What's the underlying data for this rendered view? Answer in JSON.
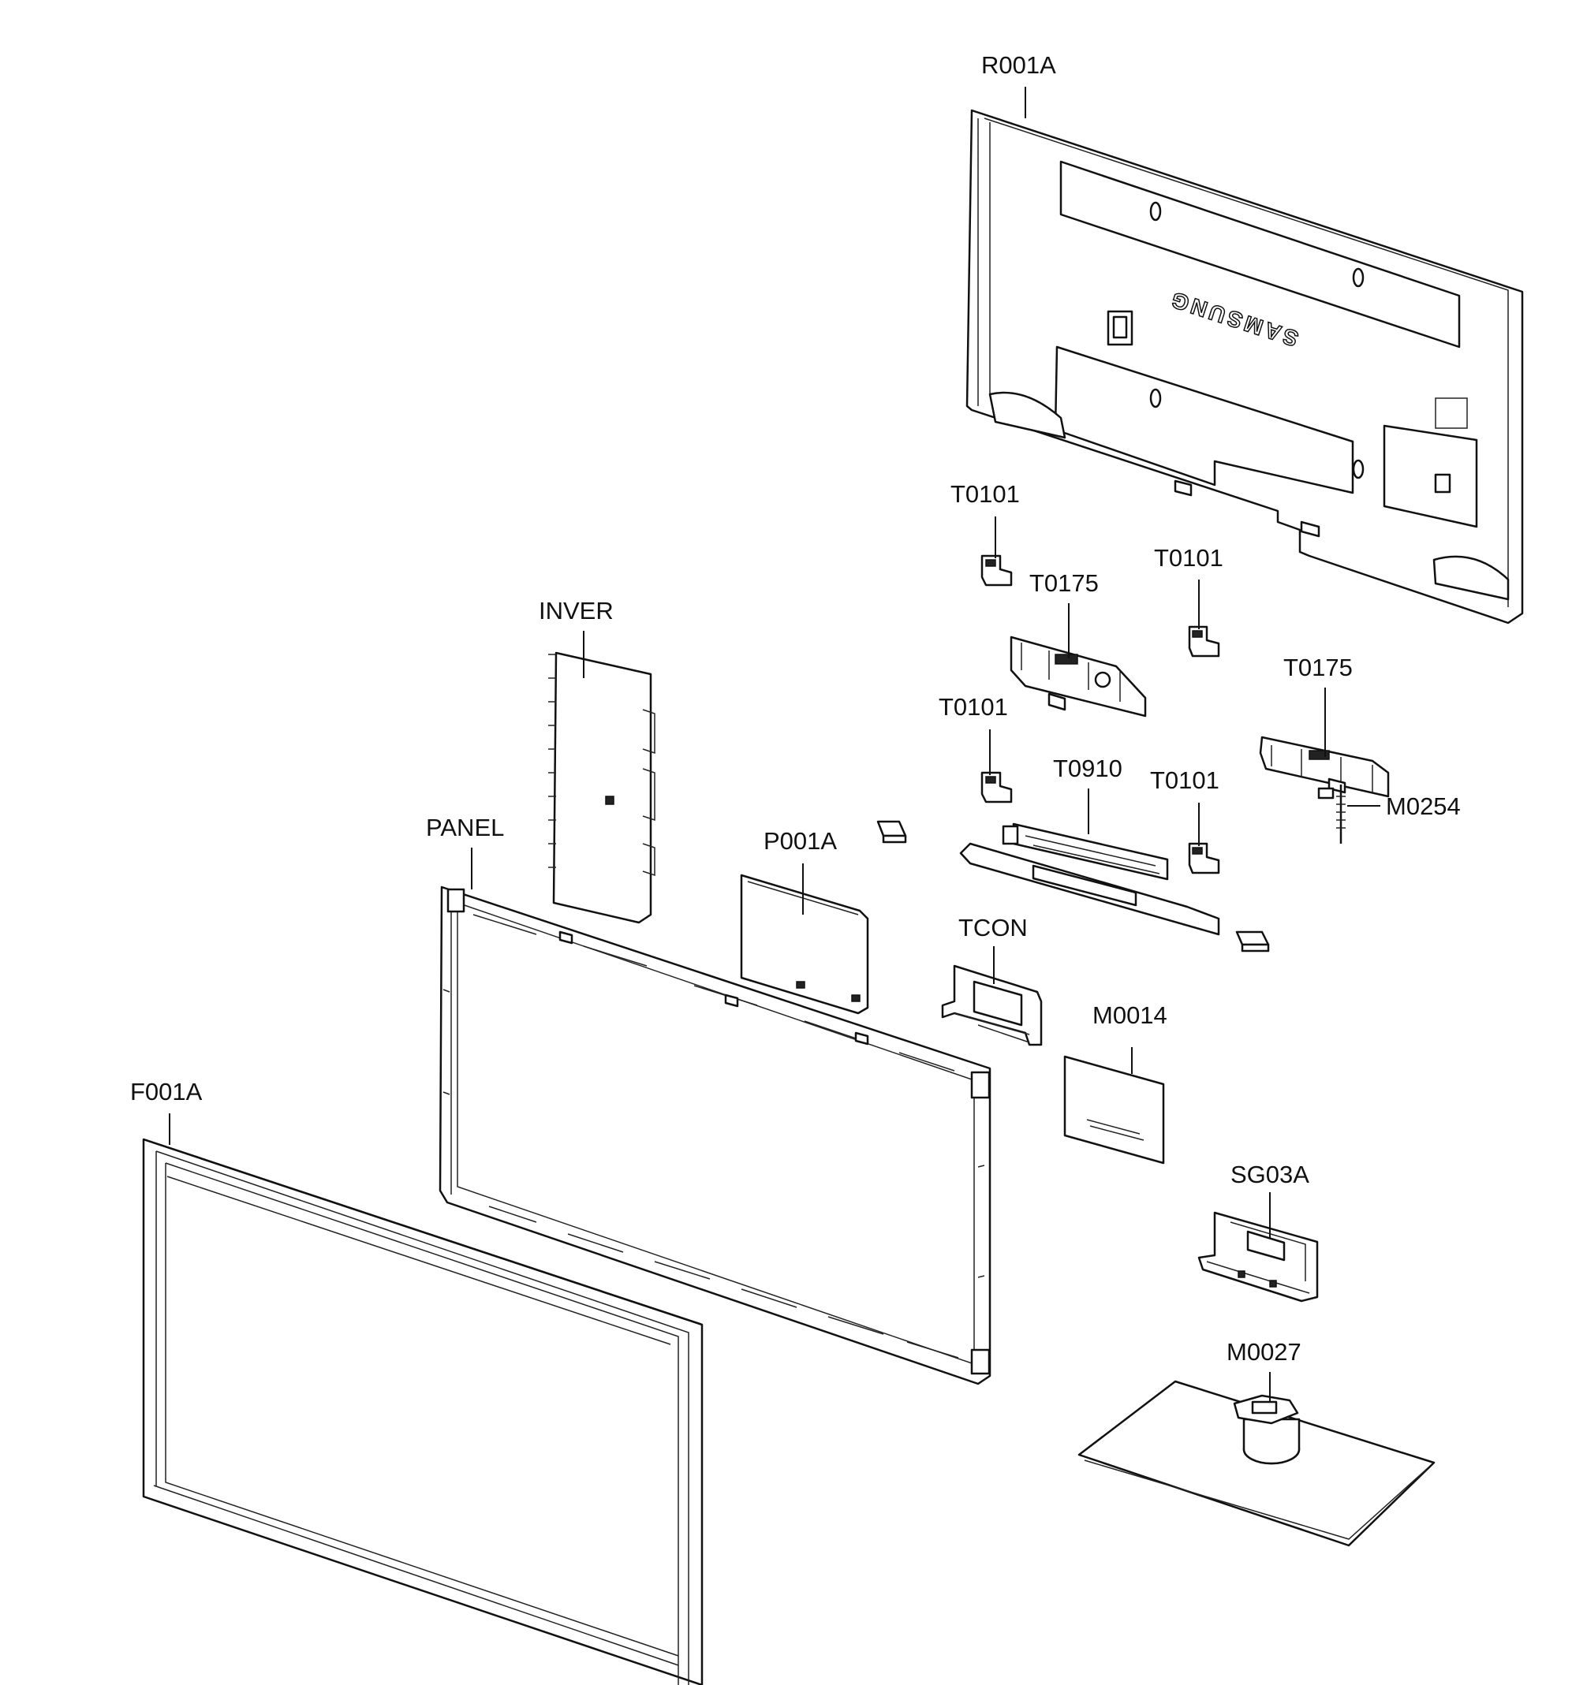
{
  "title": "",
  "brand_mark": "SAMSUNG",
  "labels": {
    "r001a": "R001A",
    "t0101_a": "T0101",
    "t0101_b": "T0101",
    "t0101_c": "T0101",
    "t0101_d": "T0101",
    "t0175_a": "T0175",
    "t0175_b": "T0175",
    "t0910": "T0910",
    "m0254": "M0254",
    "inver": "INVER",
    "panel": "PANEL",
    "p001a": "P001A",
    "tcon": "TCON",
    "m0014": "M0014",
    "f001a": "F001A",
    "sg03a": "SG03A",
    "m0027": "M0027"
  }
}
